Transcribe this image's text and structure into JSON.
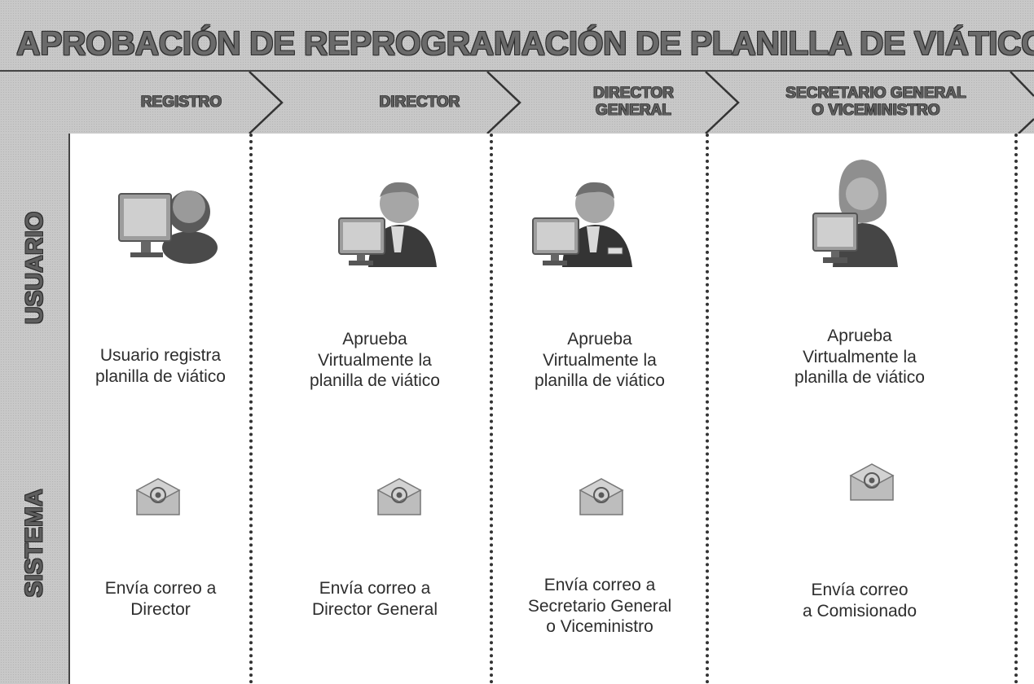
{
  "title": "APROBACIÓN DE REPROGRAMACIÓN DE PLANILLA DE VIÁTICOS",
  "lanes": {
    "usuario": "USUARIO",
    "sistema": "SISTEMA"
  },
  "stages": [
    {
      "label": "REGISTRO",
      "icon": "user-computer-icon",
      "user_action": "Usuario registra\nplanilla de viático",
      "system_action": "Envía correo a\nDirector"
    },
    {
      "label": "DIRECTOR",
      "icon": "manager-computer-icon",
      "user_action": "Aprueba\nVirtualmente la\nplanilla de viático",
      "system_action": "Envía correo a\nDirector General"
    },
    {
      "label": "DIRECTOR\nGENERAL",
      "icon": "executive-computer-icon",
      "user_action": "Aprueba\nVirtualmente la\nplanilla de viático",
      "system_action": "Envía correo a\nSecretario General\no Viceministro"
    },
    {
      "label": "SECRETARIO GENERAL\nO VICEMINISTRO",
      "icon": "woman-computer-icon",
      "user_action": "Aprueba\nVirtualmente la\nplanilla de viático",
      "system_action": "Envía correo\na Comisionado"
    }
  ],
  "colors": {
    "band": "#c8c8c8",
    "title_text": "#6a6a6a",
    "divider": "#333333"
  }
}
